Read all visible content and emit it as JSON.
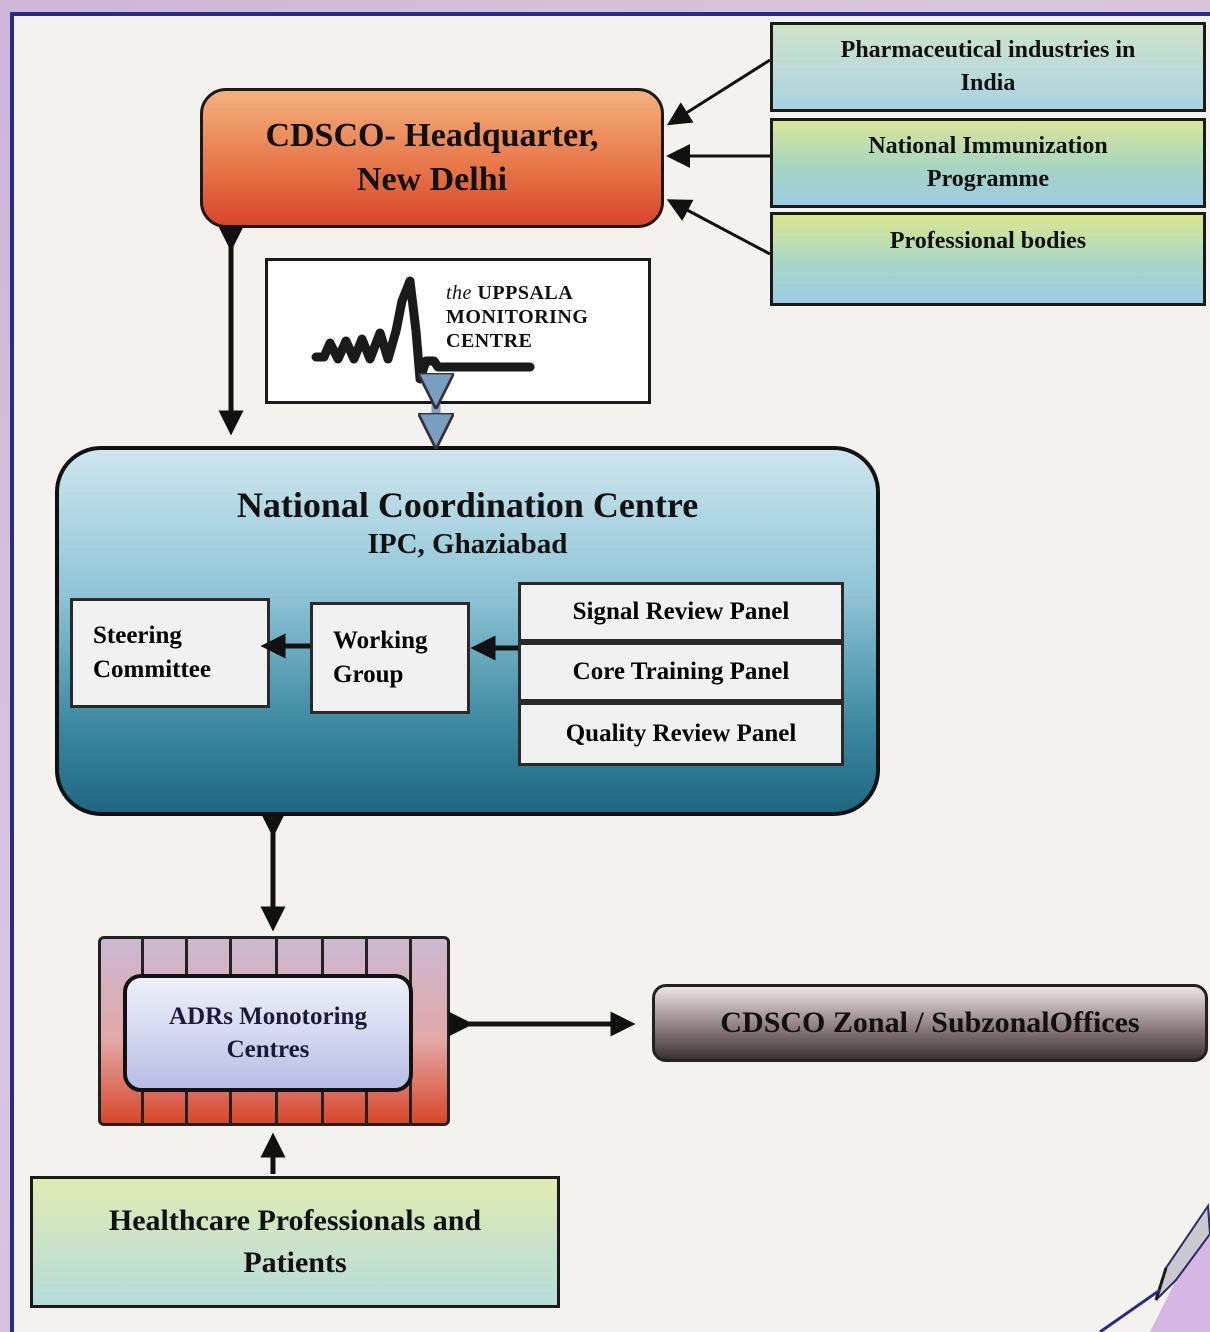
{
  "hq": {
    "line1": "CDSCO- Headquarter,",
    "line2": "New Delhi"
  },
  "side_boxes": [
    {
      "line1": "Pharmaceutical industries in",
      "line2": "India"
    },
    {
      "line1": "National Immunization",
      "line2": "Programme"
    },
    {
      "line1": "Professional bodies"
    }
  ],
  "uppsala": {
    "the": "the",
    "line1": "UPPSALA",
    "line2": "MONITORING",
    "line3": "CENTRE"
  },
  "ncc": {
    "title": "National Coordination Centre",
    "subtitle": "IPC, Ghaziabad",
    "steering": {
      "line1": "Steering",
      "line2": "Committee"
    },
    "working": {
      "line1": "Working",
      "line2": "Group"
    },
    "panels": [
      "Signal Review Panel",
      "Core Training Panel",
      "Quality Review Panel"
    ]
  },
  "adr": {
    "line1": "ADRs Monotoring",
    "line2": "Centres"
  },
  "zonal": {
    "label": "CDSCO Zonal / SubzonalOffices"
  },
  "hcp": {
    "line1": "Healthcare Professionals and",
    "line2": "Patients"
  },
  "colors": {
    "frame_border": "#2a2a8a",
    "hq_fill": "#e8784a",
    "ncc_fill": "#3f8aa3",
    "adr_fill": "#d5d9f1"
  }
}
